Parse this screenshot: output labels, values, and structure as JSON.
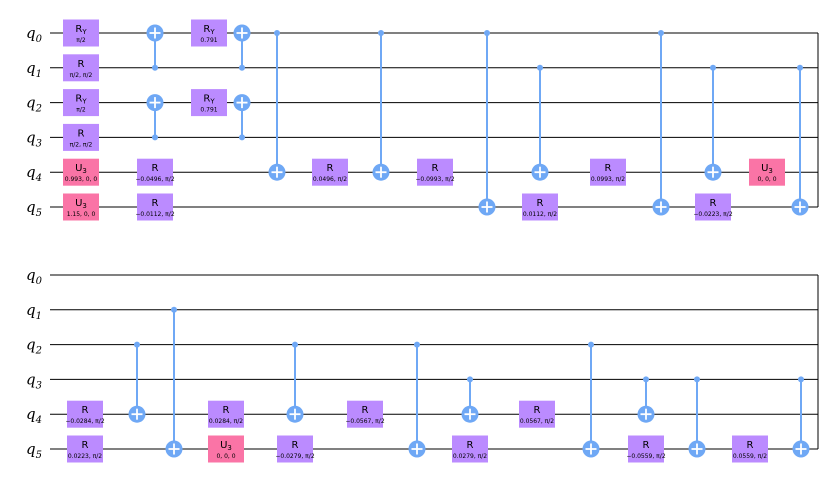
{
  "colors": {
    "rotation_gate": "#bb8bff",
    "u3_gate": "#fa74a6",
    "cnot": "#6fa8f5",
    "wire": "#000000"
  },
  "sections": [
    {
      "name": "top",
      "qubits": [
        "0",
        "1",
        "2",
        "3",
        "4",
        "5"
      ],
      "gates": [
        {
          "type": "box",
          "kind": "ry",
          "name": "R",
          "sub": "Y",
          "param": "π/2",
          "q": 0,
          "col": 0
        },
        {
          "type": "box",
          "kind": "r",
          "name": "R",
          "param": "π/2, π/2",
          "q": 1,
          "col": 0
        },
        {
          "type": "box",
          "kind": "ry",
          "name": "R",
          "sub": "Y",
          "param": "π/2",
          "q": 2,
          "col": 0
        },
        {
          "type": "box",
          "kind": "r",
          "name": "R",
          "param": "π/2, π/2",
          "q": 3,
          "col": 0
        },
        {
          "type": "box",
          "kind": "u3",
          "name": "U",
          "sub": "3",
          "param": "0.993, 0, 0",
          "q": 4,
          "col": 0
        },
        {
          "type": "box",
          "kind": "u3",
          "name": "U",
          "sub": "3",
          "param": "1.15, 0, 0",
          "q": 5,
          "col": 0
        },
        {
          "type": "cx",
          "ctrl": 1,
          "tgt": 0,
          "col": 1
        },
        {
          "type": "cx",
          "ctrl": 3,
          "tgt": 2,
          "col": 1
        },
        {
          "type": "box",
          "kind": "r",
          "name": "R",
          "param": "−0.0496, π/2",
          "q": 4,
          "col": 1
        },
        {
          "type": "box",
          "kind": "r",
          "name": "R",
          "param": "−0.0112, π/2",
          "q": 5,
          "col": 1
        },
        {
          "type": "box",
          "kind": "ry",
          "name": "R",
          "sub": "Y",
          "param": "0.791",
          "q": 0,
          "col": 2
        },
        {
          "type": "box",
          "kind": "ry",
          "name": "R",
          "sub": "Y",
          "param": "0.791",
          "q": 2,
          "col": 2
        },
        {
          "type": "cx",
          "ctrl": 1,
          "tgt": 0,
          "col": 3
        },
        {
          "type": "cx",
          "ctrl": 3,
          "tgt": 2,
          "col": 3
        },
        {
          "type": "cx",
          "ctrl": 0,
          "tgt": 4,
          "col": 4
        },
        {
          "type": "box",
          "kind": "r",
          "name": "R",
          "param": "0.0496, π/2",
          "q": 4,
          "col": 5
        },
        {
          "type": "cx",
          "ctrl": 0,
          "tgt": 4,
          "col": 6
        },
        {
          "type": "box",
          "kind": "r",
          "name": "R",
          "param": "−0.0993, π/2",
          "q": 4,
          "col": 7
        },
        {
          "type": "cx",
          "ctrl": 0,
          "tgt": 5,
          "col": 8
        },
        {
          "type": "cx",
          "ctrl": 1,
          "tgt": 4,
          "col": 9
        },
        {
          "type": "box",
          "kind": "r",
          "name": "R",
          "param": "0.0112, π/2",
          "q": 5,
          "col": 9
        },
        {
          "type": "box",
          "kind": "r",
          "name": "R",
          "param": "0.0993, π/2",
          "q": 4,
          "col": 10
        },
        {
          "type": "cx",
          "ctrl": 0,
          "tgt": 5,
          "col": 11
        },
        {
          "type": "cx",
          "ctrl": 1,
          "tgt": 4,
          "col": 12
        },
        {
          "type": "box",
          "kind": "r",
          "name": "R",
          "param": "−0.0223, π/2",
          "q": 5,
          "col": 12
        },
        {
          "type": "box",
          "kind": "u3",
          "name": "U",
          "sub": "3",
          "param": "0, 0, 0",
          "q": 4,
          "col": 13
        },
        {
          "type": "cx",
          "ctrl": 1,
          "tgt": 5,
          "col": 14
        }
      ]
    },
    {
      "name": "bottom",
      "qubits": [
        "0",
        "1",
        "2",
        "3",
        "4",
        "5"
      ],
      "gates": [
        {
          "type": "box",
          "kind": "r",
          "name": "R",
          "param": "−0.0284, π/2",
          "q": 4,
          "col": 0
        },
        {
          "type": "box",
          "kind": "r",
          "name": "R",
          "param": "0.0223, π/2",
          "q": 5,
          "col": 0
        },
        {
          "type": "cx",
          "ctrl": 2,
          "tgt": 4,
          "col": 1
        },
        {
          "type": "cx",
          "ctrl": 1,
          "tgt": 5,
          "col": 2
        },
        {
          "type": "box",
          "kind": "r",
          "name": "R",
          "param": "0.0284, π/2",
          "q": 4,
          "col": 3
        },
        {
          "type": "box",
          "kind": "u3",
          "name": "U",
          "sub": "3",
          "param": "0, 0, 0",
          "q": 5,
          "col": 3
        },
        {
          "type": "cx",
          "ctrl": 2,
          "tgt": 4,
          "col": 4
        },
        {
          "type": "box",
          "kind": "r",
          "name": "R",
          "param": "−0.0279, π/2",
          "q": 5,
          "col": 4
        },
        {
          "type": "box",
          "kind": "r",
          "name": "R",
          "param": "−0.0567, π/2",
          "q": 4,
          "col": 5
        },
        {
          "type": "cx",
          "ctrl": 2,
          "tgt": 5,
          "col": 6
        },
        {
          "type": "cx",
          "ctrl": 3,
          "tgt": 4,
          "col": 7
        },
        {
          "type": "box",
          "kind": "r",
          "name": "R",
          "param": "0.0279, π/2",
          "q": 5,
          "col": 7
        },
        {
          "type": "box",
          "kind": "r",
          "name": "R",
          "param": "0.0567, π/2",
          "q": 4,
          "col": 8
        },
        {
          "type": "cx",
          "ctrl": 2,
          "tgt": 5,
          "col": 9
        },
        {
          "type": "cx",
          "ctrl": 3,
          "tgt": 4,
          "col": 10
        },
        {
          "type": "box",
          "kind": "r",
          "name": "R",
          "param": "−0.0559, π/2",
          "q": 5,
          "col": 10
        },
        {
          "type": "cx",
          "ctrl": 3,
          "tgt": 5,
          "col": 11
        },
        {
          "type": "box",
          "kind": "r",
          "name": "R",
          "param": "0.0559, π/2",
          "q": 5,
          "col": 12
        },
        {
          "type": "cx",
          "ctrl": 3,
          "tgt": 5,
          "col": 13
        }
      ]
    }
  ]
}
